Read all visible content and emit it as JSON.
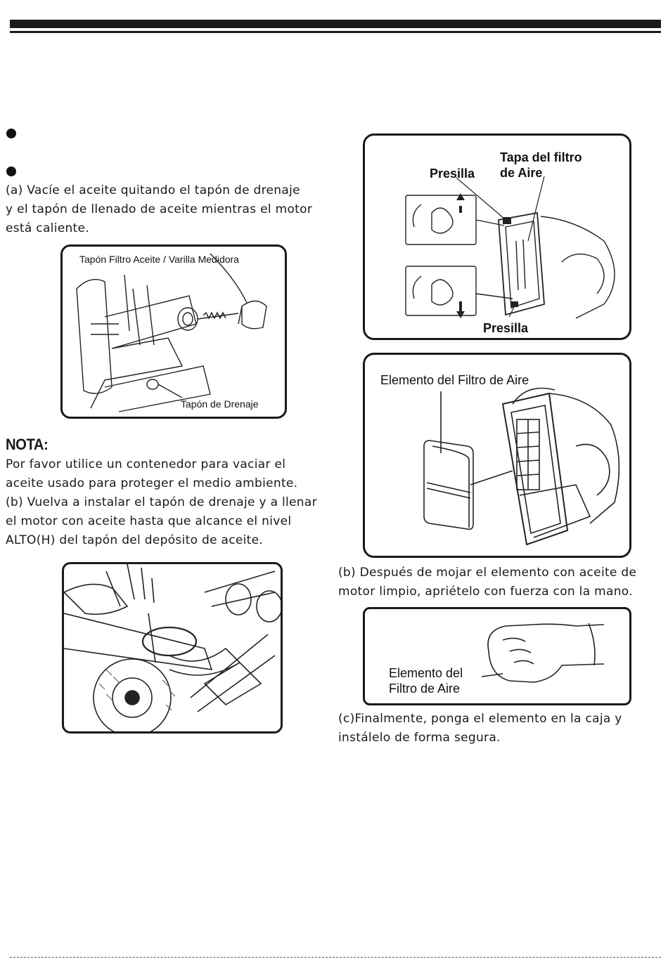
{
  "header": {},
  "bullets": [
    "",
    ""
  ],
  "step_a": "(a) Vacíe el aceite quitando el tapón de drenaje\ny el tapón de llenado de aceite mientras el motor\nestá caliente.",
  "fig_oil": {
    "label_top": "Tapón Filtro Aceite / Varilla Medidora",
    "label_bottom": "Tapón de Drenaje"
  },
  "nota": {
    "title": "NOTA:",
    "text": "Por favor utilice un contenedor para vaciar el\naceite usado para proteger el medio ambiente.\n(b) Vuelva a instalar el tapón de drenaje y a llenar\nel motor con aceite hasta que alcance el nivel\nALTO(H) del tapón del depósito de aceite."
  },
  "fig_cover": {
    "label_clip_top": "Presilla",
    "label_cover": "Tapa del filtro\nde Aire",
    "label_clip_bottom": "Presilla"
  },
  "fig_element": {
    "label": "Elemento del Filtro de Aire"
  },
  "step_b": "(b) Después de mojar el elemento con aceite de\nmotor limpio, apriételo con fuerza con la mano.",
  "fig_squeeze": {
    "label": "Elemento del\nFiltro de Aire"
  },
  "step_c": "(c)Finalmente, ponga el elemento en la caja y\ninstálelo de forma segura."
}
